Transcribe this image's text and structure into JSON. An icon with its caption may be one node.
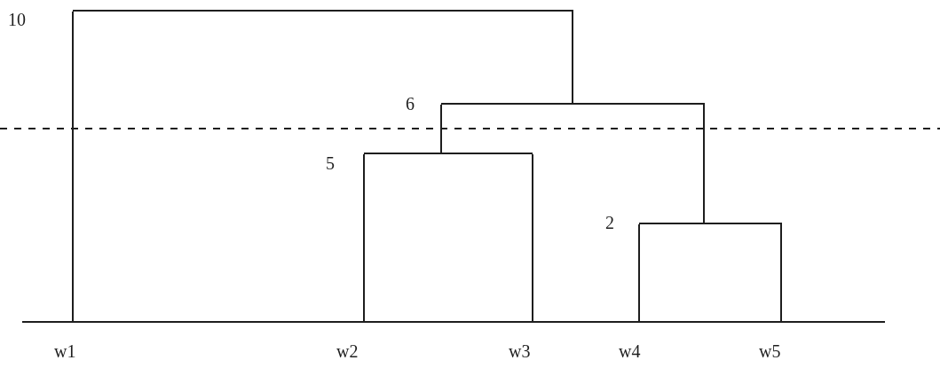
{
  "diagram": {
    "nodes": [
      {
        "text": [],
        "shape": "bar",
        "beside": [
          "10"
        ]
      },
      {
        "text": [],
        "shape": "bar",
        "beside": [
          "6"
        ]
      },
      {
        "text": [],
        "shape": "bar",
        "beside": [
          "5"
        ]
      },
      {
        "text": [],
        "shape": "bar",
        "beside": [
          "2"
        ]
      },
      {
        "text": [
          "w1"
        ]
      },
      {
        "text": [
          "w2"
        ]
      },
      {
        "text": [
          "w3"
        ]
      },
      {
        "text": [
          "w4"
        ]
      },
      {
        "text": [
          "w5"
        ]
      }
    ],
    "edges": [
      {
        "from": 0,
        "to": 4,
        "arrow": "none"
      },
      {
        "from": 0,
        "to": 1,
        "arrow": "none"
      },
      {
        "from": 1,
        "to": 2,
        "arrow": "none"
      },
      {
        "from": 1,
        "to": 3,
        "arrow": "none"
      },
      {
        "from": 2,
        "to": 5,
        "arrow": "none"
      },
      {
        "from": 2,
        "to": 6,
        "arrow": "none"
      },
      {
        "from": 3,
        "to": 7,
        "arrow": "none"
      },
      {
        "from": 3,
        "to": 8,
        "arrow": "none"
      }
    ]
  }
}
